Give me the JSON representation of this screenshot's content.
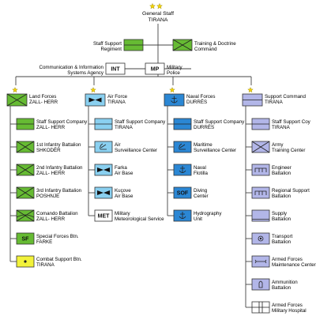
{
  "colors": {
    "land": "#66bb33",
    "air": "#8ad0f0",
    "naval": "#2b87d4",
    "support": "#b2b6e8",
    "combat_support": "#f2f23a",
    "white": "#ffffff",
    "line": "#444444"
  },
  "general_staff": {
    "line1": "General Staff",
    "line2": "TIRANA",
    "stars": 2
  },
  "staff_support_regiment": {
    "line1": "Staff Support",
    "line2": "Regiment"
  },
  "training_doctrine": {
    "line1": "Training & Doctrine",
    "line2": "Command"
  },
  "comm_agency": {
    "line1": "Communication & Information",
    "line2": "Systems Agency",
    "symbol": "INT"
  },
  "military_police": {
    "line1": "Military",
    "line2": "Police",
    "symbol": "MP"
  },
  "branches": [
    {
      "key": "land",
      "line1": "Land Forces",
      "line2": "ZALL- HERR",
      "stars": 1,
      "units": [
        {
          "line1": "Staff Support Company",
          "line2": "ZALL- HERR",
          "symbol": "",
          "icon": "hq"
        },
        {
          "line1": "1st Infantry Battalion",
          "line2": "SHKODËR",
          "symbol": "",
          "icon": "x"
        },
        {
          "line1": "2nd Infantry Battalion",
          "line2": "ZALL- HERR",
          "symbol": "",
          "icon": "x"
        },
        {
          "line1": "3rd Infantry Battalion",
          "line2": "POSHNJE",
          "symbol": "",
          "icon": "x"
        },
        {
          "line1": "Comando Battalion",
          "line2": "ZALL- HERR",
          "symbol": "",
          "icon": "xc"
        },
        {
          "line1": "Special Forces Btn.",
          "line2": "FARKE",
          "symbol": "SF",
          "icon": "text"
        },
        {
          "line1": "Combat Support Btn.",
          "line2": "TIRANA",
          "symbol": "",
          "icon": "dot"
        }
      ]
    },
    {
      "key": "air",
      "line1": "Air Force",
      "line2": "TIRANA",
      "stars": 1,
      "units": [
        {
          "line1": "Staff Support Company",
          "line2": "TIRANA",
          "symbol": "",
          "icon": "hq"
        },
        {
          "line1": "Air",
          "line2": "Surveillance Center",
          "symbol": "",
          "icon": "radar"
        },
        {
          "line1": "Farka",
          "line2": "Air Base",
          "symbol": "",
          "icon": "wing"
        },
        {
          "line1": "Kuçove",
          "line2": "Air Base",
          "symbol": "",
          "icon": "wing"
        },
        {
          "line1": "Military",
          "line2": "Meteorological Service",
          "symbol": "MET",
          "icon": "text"
        }
      ]
    },
    {
      "key": "naval",
      "line1": "Naval Forces",
      "line2": "DURRËS",
      "stars": 1,
      "units": [
        {
          "line1": "Staff Support Company",
          "line2": "DURRËS",
          "symbol": "",
          "icon": "hq"
        },
        {
          "line1": "Maritime",
          "line2": "Surveillance Center",
          "symbol": "",
          "icon": "radar"
        },
        {
          "line1": "Naval",
          "line2": "Flotilla",
          "symbol": "",
          "icon": "anchor"
        },
        {
          "line1": "Diving",
          "line2": "Center",
          "symbol": "SOF",
          "icon": "text"
        },
        {
          "line1": "Hydrography",
          "line2": "Unit",
          "symbol": "",
          "icon": "anchor"
        }
      ]
    },
    {
      "key": "support",
      "line1": "Support Command",
      "line2": "TIRANA",
      "stars": 1,
      "units": [
        {
          "line1": "Staff Support Coy",
          "line2": "TIRANA",
          "symbol": "",
          "icon": "hq"
        },
        {
          "line1": "Army",
          "line2": "Training Center",
          "symbol": "",
          "icon": "x"
        },
        {
          "line1": "Engineer",
          "line2": "Battalion",
          "symbol": "",
          "icon": "bridge"
        },
        {
          "line1": "Regional Support",
          "line2": "Battalion",
          "symbol": "",
          "icon": "bridge"
        },
        {
          "line1": "Supply",
          "line2": "Battalion",
          "symbol": "",
          "icon": "supply"
        },
        {
          "line1": "Transport",
          "line2": "Battalion",
          "symbol": "",
          "icon": "wheel"
        },
        {
          "line1": "Armed Forces",
          "line2": "Maintenance Center",
          "symbol": "",
          "icon": "wrench"
        },
        {
          "line1": "Ammunition",
          "line2": "Battalion",
          "symbol": "",
          "icon": "ammo"
        },
        {
          "line1": "Armed Forces",
          "line2": "Military Hospital",
          "symbol": "",
          "icon": "cross"
        }
      ]
    }
  ]
}
